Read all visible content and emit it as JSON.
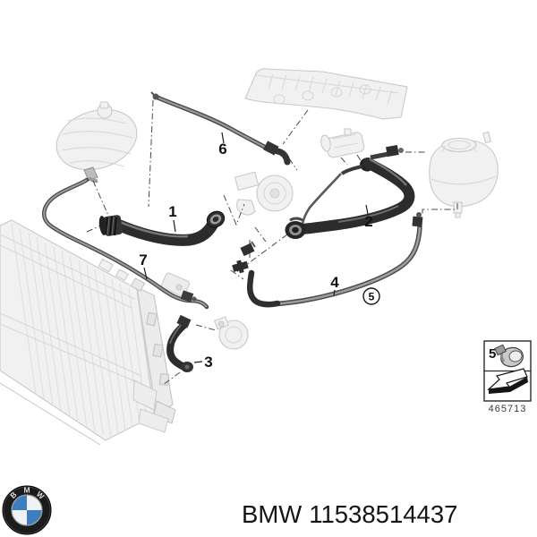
{
  "diagram": {
    "callouts": {
      "c1": "1",
      "c2": "2",
      "c3": "3",
      "c4": "4",
      "c6": "6",
      "c7": "7",
      "circled5": "5"
    },
    "legend": {
      "item": "5",
      "code": "465713"
    }
  },
  "footer": {
    "brand": "BMW",
    "part_number": "11538514437",
    "logo": {
      "letters": {
        "b": "B",
        "m": "M",
        "w": "W"
      },
      "blue": "#3c7ec0",
      "ring": "#1b1b1b"
    }
  }
}
